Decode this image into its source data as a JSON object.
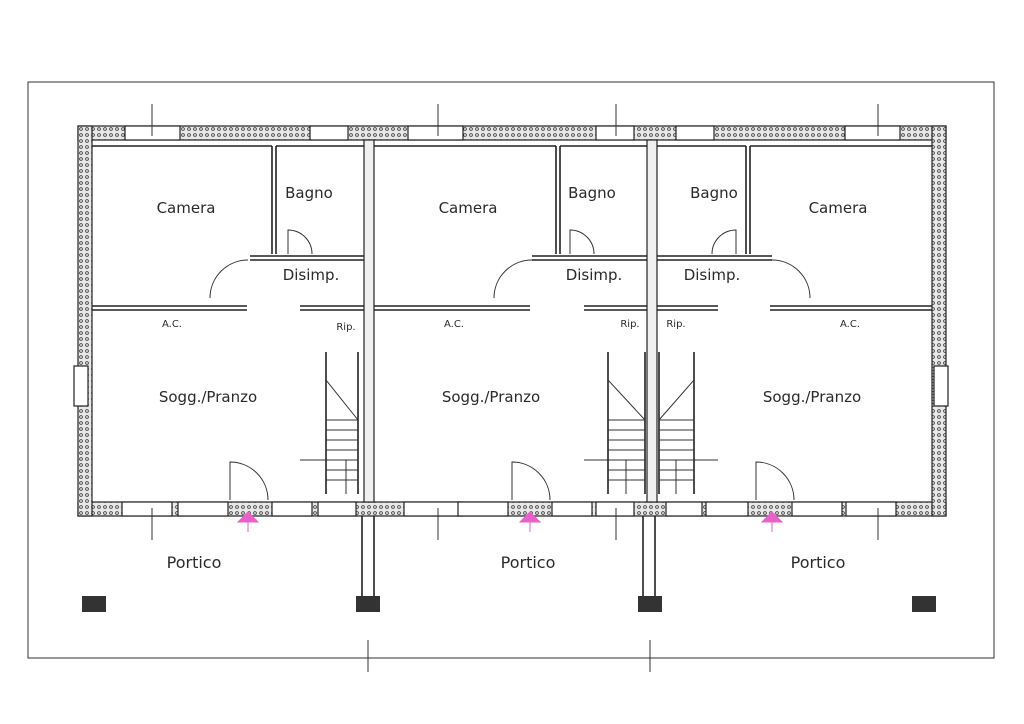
{
  "units": [
    {
      "id": "left",
      "rooms": {
        "camera": "Camera",
        "bagno": "Bagno",
        "disimp": "Disimp.",
        "ac": "A.C.",
        "rip": "Rip.",
        "soggiorno": "Sogg./Pranzo",
        "portico": "Portico"
      }
    },
    {
      "id": "center",
      "rooms": {
        "camera": "Camera",
        "bagno": "Bagno",
        "disimp": "Disimp.",
        "ac": "A.C.",
        "rip": "Rip.",
        "soggiorno": "Sogg./Pranzo",
        "portico": "Portico"
      }
    },
    {
      "id": "right",
      "rooms": {
        "camera": "Camera",
        "bagno": "Bagno",
        "disimp": "Disimp.",
        "ac": "A.C.",
        "rip": "Rip.",
        "soggiorno": "Sogg./Pranzo",
        "portico": "Portico"
      }
    }
  ],
  "colors": {
    "wall_hatch": "#dcdcdc",
    "line": "#222222",
    "entrance_marker": "#e860c8",
    "column": "#333333"
  },
  "icons": {
    "entrance": "entrance-arrow-icon",
    "column": "column-square-icon"
  }
}
